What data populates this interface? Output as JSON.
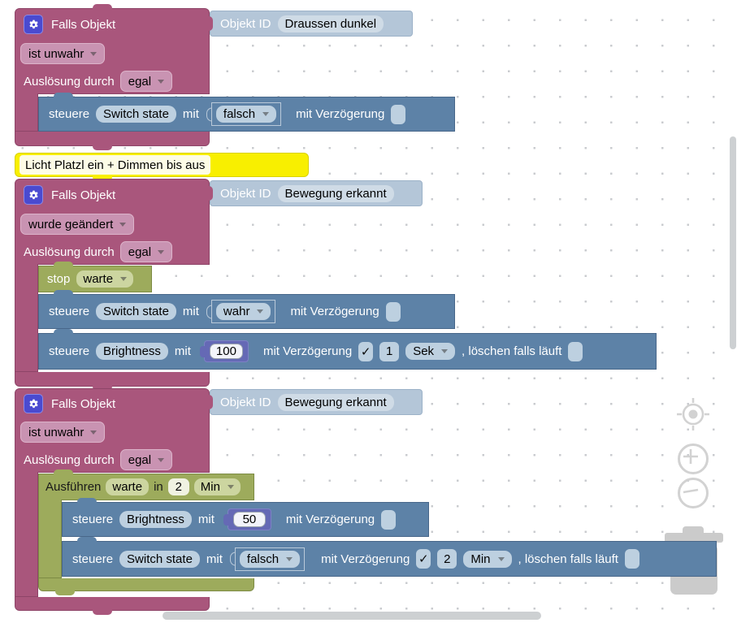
{
  "comment": {
    "text": "Licht Platzl ein + Dimmen bis aus"
  },
  "rules": [
    {
      "title": "Falls Objekt",
      "object_label": "Objekt ID",
      "object_value": "Draussen dunkel",
      "condition": "ist unwahr",
      "trigger_label": "Auslösung durch",
      "trigger_value": "egal",
      "actions": [
        {
          "lead": "steuere",
          "target": "Switch state",
          "mit": "mit",
          "value": "falsch",
          "delay_label": "mit Verzögerung"
        }
      ]
    },
    {
      "title": "Falls Objekt",
      "object_label": "Objekt ID",
      "object_value": "Bewegung erkannt",
      "condition": "wurde geändert",
      "trigger_label": "Auslösung durch",
      "trigger_value": "egal",
      "stop": {
        "lead": "stop",
        "value": "warte"
      },
      "actions": [
        {
          "lead": "steuere",
          "target": "Switch state",
          "mit": "mit",
          "value": "wahr",
          "delay_label": "mit Verzögerung"
        },
        {
          "lead": "steuere",
          "target": "Brightness",
          "mit": "mit",
          "value": "100",
          "delay_label": "mit Verzögerung",
          "delay_check": "✓",
          "delay_num": "1",
          "delay_unit": "Sek",
          "clear_label": ", löschen falls läuft"
        }
      ]
    },
    {
      "title": "Falls Objekt",
      "object_label": "Objekt ID",
      "object_value": "Bewegung erkannt",
      "condition": "ist unwahr",
      "trigger_label": "Auslösung durch",
      "trigger_value": "egal",
      "timer": {
        "lead": "Ausführen",
        "name": "warte",
        "in_word": "in",
        "num": "2",
        "unit": "Min"
      },
      "actions": [
        {
          "lead": "steuere",
          "target": "Brightness",
          "mit": "mit",
          "value": "50",
          "delay_label": "mit Verzögerung"
        },
        {
          "lead": "steuere",
          "target": "Switch state",
          "mit": "mit",
          "value": "falsch",
          "delay_label": "mit Verzögerung",
          "delay_check": "✓",
          "delay_num": "2",
          "delay_unit": "Min",
          "clear_label": ", löschen falls läuft"
        }
      ]
    }
  ]
}
